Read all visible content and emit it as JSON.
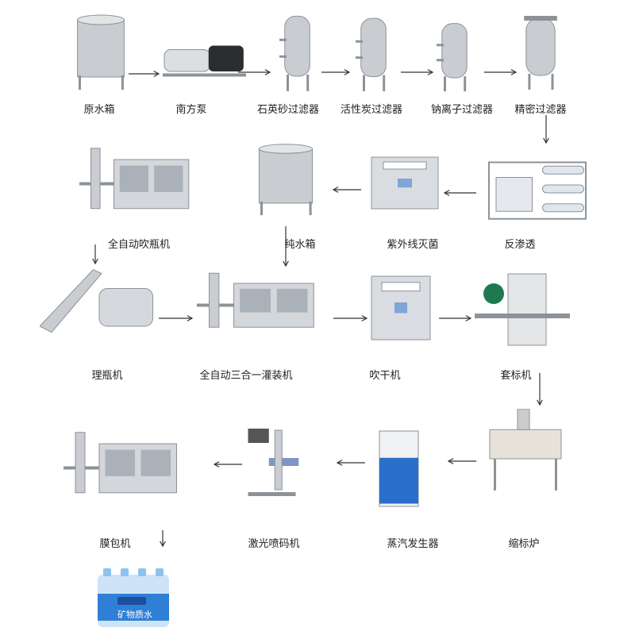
{
  "title": "Water production line process flow",
  "steps": [
    {
      "id": "raw-water-tank",
      "label": "原水箱",
      "icon": "tank"
    },
    {
      "id": "pump",
      "label": "南方泵",
      "icon": "pump"
    },
    {
      "id": "quartz-sand-filter",
      "label": "石英砂过滤器",
      "icon": "filter"
    },
    {
      "id": "activated-carbon-filter",
      "label": "活性炭过滤器",
      "icon": "filter"
    },
    {
      "id": "sodium-ion-filter",
      "label": "钠离子过滤器",
      "icon": "filter"
    },
    {
      "id": "precision-filter",
      "label": "精密过滤器",
      "icon": "precision"
    },
    {
      "id": "reverse-osmosis",
      "label": "反渗透",
      "icon": "ro"
    },
    {
      "id": "uv-sterilizer",
      "label": "紫外线灭菌",
      "icon": "cabinet"
    },
    {
      "id": "pure-water-tank",
      "label": "纯水箱",
      "icon": "tank"
    },
    {
      "id": "blow-molding-machine",
      "label": "全自动吹瓶机",
      "icon": "machine"
    },
    {
      "id": "bottle-unscrambler",
      "label": "理瓶机",
      "icon": "unscrambler"
    },
    {
      "id": "filling-machine",
      "label": "全自动三合一灌装机",
      "icon": "machine"
    },
    {
      "id": "dryer",
      "label": "吹干机",
      "icon": "cabinet"
    },
    {
      "id": "labeling-machine",
      "label": "套标机",
      "icon": "labeler"
    },
    {
      "id": "shrink-tunnel",
      "label": "缩标炉",
      "icon": "tunnel"
    },
    {
      "id": "steam-generator",
      "label": "蒸汽发生器",
      "icon": "steam"
    },
    {
      "id": "laser-coder",
      "label": "激光喷码机",
      "icon": "laser"
    },
    {
      "id": "film-wrapper",
      "label": "膜包机",
      "icon": "machine"
    }
  ],
  "product": {
    "label": "矿物质水",
    "icon": "water-bottle-pack"
  },
  "colors": {
    "steel": "#c9ccd0",
    "steel_dark": "#8d9298",
    "blue": "#2a6fc9",
    "arrow": "#333333"
  }
}
